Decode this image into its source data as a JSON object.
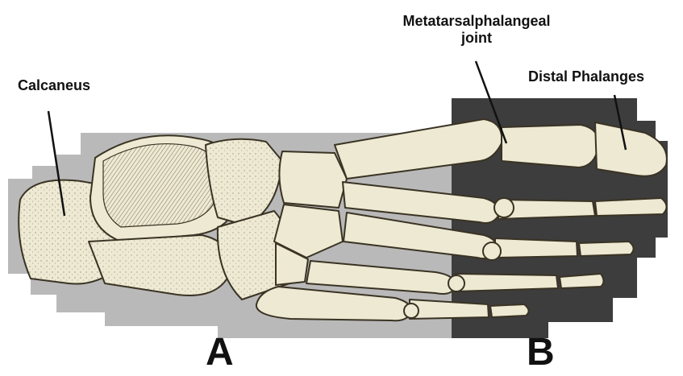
{
  "labels": {
    "calcaneus": "Calcaneus",
    "mtp_line1": "Metatarsalphalangeal",
    "mtp_line2": "joint",
    "distal_phalanges": "Distal Phalanges",
    "region_a": "A",
    "region_b": "B"
  },
  "colors": {
    "background": "#ffffff",
    "region_a_backdrop": "#b9b9b9",
    "region_b_backdrop": "#3d3d3d",
    "bone": "#ede9d2",
    "bone_shadow": "#cfc8a8",
    "outline": "#3a3324",
    "text": "#111111"
  }
}
